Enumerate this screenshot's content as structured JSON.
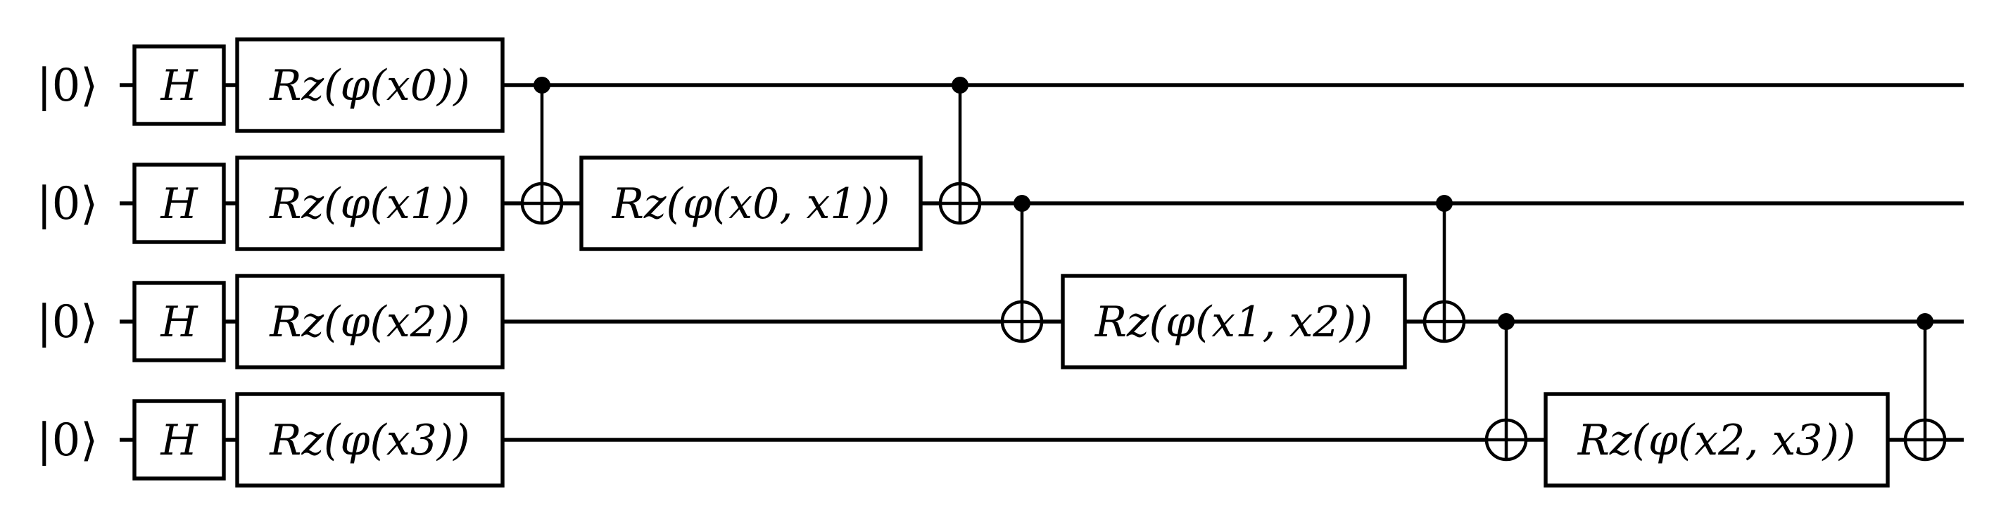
{
  "circuit": {
    "qubits": [
      {
        "index": 0,
        "init": "|0⟩"
      },
      {
        "index": 1,
        "init": "|0⟩"
      },
      {
        "index": 2,
        "init": "|0⟩"
      },
      {
        "index": 3,
        "init": "|0⟩"
      }
    ],
    "hadamard_label": "H",
    "gates": [
      {
        "type": "single",
        "qubit": 0,
        "label": "Rz(φ(x0))"
      },
      {
        "type": "single",
        "qubit": 1,
        "label": "Rz(φ(x1))"
      },
      {
        "type": "single",
        "qubit": 2,
        "label": "Rz(φ(x2))"
      },
      {
        "type": "single",
        "qubit": 3,
        "label": "Rz(φ(x3))"
      },
      {
        "type": "cnot",
        "control": 0,
        "target": 1
      },
      {
        "type": "single",
        "qubit": 1,
        "label": "Rz(φ(x0, x1))"
      },
      {
        "type": "cnot",
        "control": 0,
        "target": 1
      },
      {
        "type": "cnot",
        "control": 1,
        "target": 2
      },
      {
        "type": "single",
        "qubit": 2,
        "label": "Rz(φ(x1, x2))"
      },
      {
        "type": "cnot",
        "control": 1,
        "target": 2
      },
      {
        "type": "cnot",
        "control": 2,
        "target": 3
      },
      {
        "type": "single",
        "qubit": 3,
        "label": "Rz(φ(x2, x3))"
      },
      {
        "type": "cnot",
        "control": 2,
        "target": 3
      }
    ],
    "colors": {
      "line": "#000000",
      "background": "#ffffff"
    }
  }
}
